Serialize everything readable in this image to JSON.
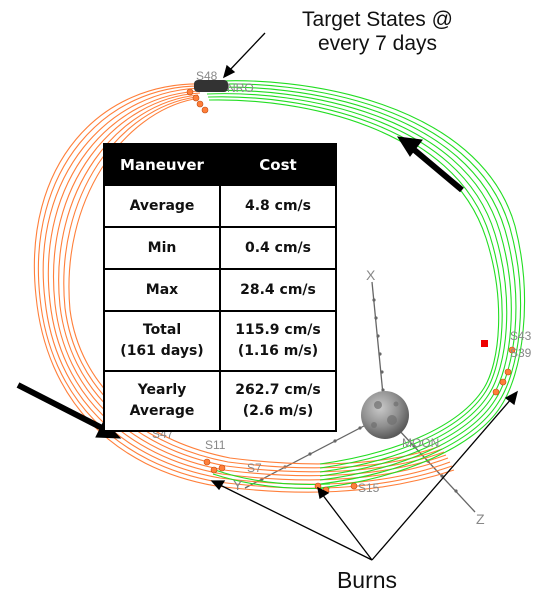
{
  "callouts": {
    "target_states": "Target States @\nevery 7 days",
    "burns": "Burns"
  },
  "table": {
    "headers": [
      "Maneuver",
      "Cost"
    ],
    "rows": [
      {
        "maneuver": "Average",
        "cost": "4.8 cm/s"
      },
      {
        "maneuver": "Min",
        "cost": "0.4 cm/s"
      },
      {
        "maneuver": "Max",
        "cost": "28.4 cm/s"
      },
      {
        "maneuver": "Total\n(161 days)",
        "cost": "115.9 cm/s\n(1.16 m/s)"
      },
      {
        "maneuver": "Yearly\nAverage",
        "cost": "262.7 cm/s\n(2.6 m/s)"
      }
    ]
  },
  "scene_labels": {
    "moon": "MOON",
    "axis_x": "X",
    "axis_z": "Z",
    "axis_y": "Y",
    "station_top": "S48",
    "nrho": "NRO",
    "s11": "S11",
    "s7": "S7",
    "s15": "S15",
    "s43": "S43",
    "s39": "S39",
    "s47": "S47"
  },
  "colors": {
    "green_track": "#22dd22",
    "orange_track": "#ff7f3a",
    "marker_red": "#ee0000",
    "arrow": "#000000"
  }
}
